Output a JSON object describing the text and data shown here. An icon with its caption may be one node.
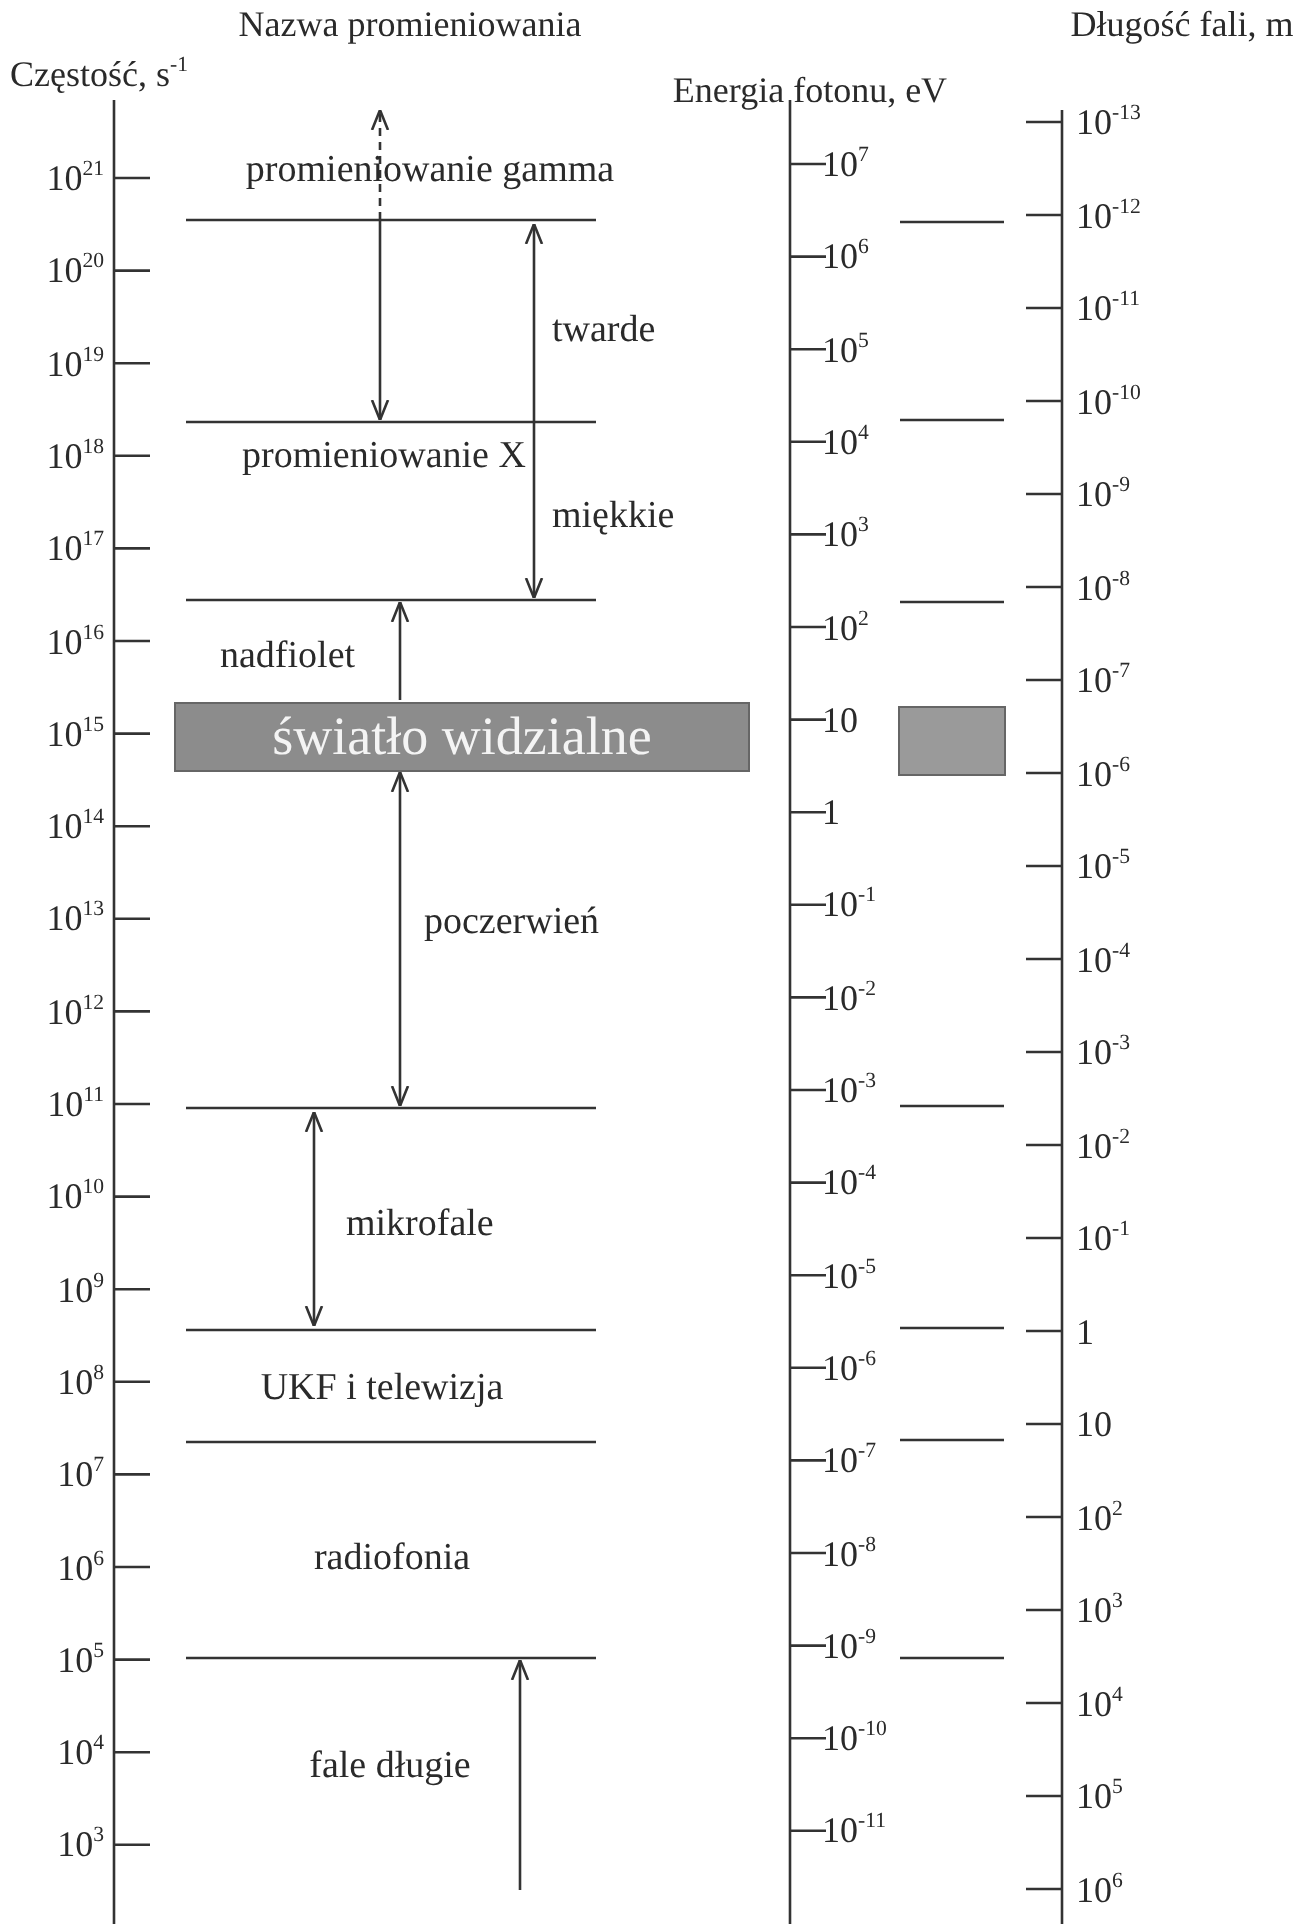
{
  "diagram": {
    "nodes": [
      {
        "text": [
          "światło widzialne"
        ]
      },
      {
        "text": [],
        "shape": "box"
      }
    ],
    "labels": [
      "Nazwa promieniowania",
      "Długość fali, m",
      "Częstość, s$^{-1}$",
      "Energia fotonu, eV",
      "promieniowanie gamma",
      "twarde",
      "promieniowanie X",
      "miękkie",
      "nadfiolet",
      "poczerwień",
      "mikrofale",
      "UKF i telewizja",
      "radiofonia",
      "fale długie",
      "10$^{21}$",
      "10$^{20}$",
      "10$^{19}$",
      "10$^{18}$",
      "10$^{17}$",
      "10$^{16}$",
      "10$^{15}$",
      "10$^{14}$",
      "10$^{13}$",
      "10$^{12}$",
      "10$^{11}$",
      "10$^{10}$",
      "10$^{9}$",
      "10$^{8}$",
      "10$^{7}$",
      "10$^{6}$",
      "10$^{5}$",
      "10$^{4}$",
      "10$^{3}$",
      "10$^{7}$",
      "10$^{6}$",
      "10$^{5}$",
      "10$^{4}$",
      "10$^{3}$",
      "10$^{2}$",
      "10",
      "1",
      "10$^{-1}$",
      "10$^{-2}$",
      "10$^{-3}$",
      "10$^{-4}$",
      "10$^{-5}$",
      "10$^{-6}$",
      "10$^{-7}$",
      "10$^{-8}$",
      "10$^{-9}$",
      "10$^{-10}$",
      "10$^{-11}$",
      "10$^{-13}$",
      "10$^{-12}$",
      "10$^{-11}$",
      "10$^{-10}$",
      "10$^{-9}$",
      "10$^{-8}$",
      "10$^{-7}$",
      "10$^{-6}$",
      "10$^{-5}$",
      "10$^{-4}$",
      "10$^{-3}$",
      "10$^{-2}$",
      "10$^{-1}$",
      "1",
      "10",
      "10$^{2}$",
      "10$^{3}$",
      "10$^{4}$",
      "10$^{5}$",
      "10$^{6}$"
    ]
  }
}
